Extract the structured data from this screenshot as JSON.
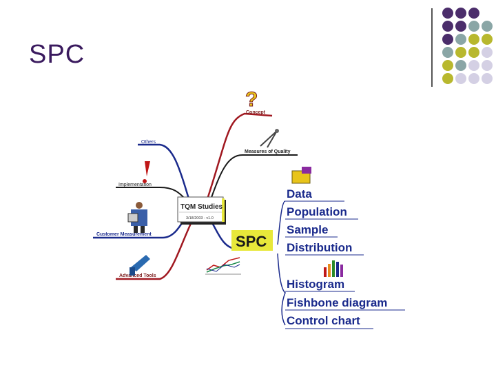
{
  "slide": {
    "title": "SPC"
  },
  "colors": {
    "purple": "#4b2d6b",
    "teal": "#8aa6a6",
    "olive": "#b8b82e",
    "lavender": "#d4d0e4",
    "red": "#a01820",
    "blue": "#1a2a8c"
  },
  "decor_dots": [
    [
      "purple",
      "purple",
      "purple"
    ],
    [
      "purple",
      "purple",
      "teal",
      "teal"
    ],
    [
      "purple",
      "teal",
      "olive",
      "olive"
    ],
    [
      "teal",
      "olive",
      "olive",
      "lavender"
    ],
    [
      "olive",
      "teal",
      "lavender",
      "lavender"
    ],
    [
      "olive",
      "lavender",
      "lavender",
      "lavender"
    ]
  ],
  "mindmap": {
    "center": {
      "title": "TQM Studies",
      "date": "3/18/2003 - v1.0"
    },
    "branches": {
      "concept": "Concept",
      "measures": "Measures of Quality",
      "others": "Others",
      "implementation": "Implementation",
      "customer": "Customer Measurement",
      "advanced": "Advanced Tools"
    },
    "spc": {
      "label": "SPC",
      "group1": [
        "Data",
        "Population",
        "Sample",
        "Distribution"
      ],
      "group2": [
        "Histogram",
        "Fishbone diagram",
        "Control chart"
      ]
    }
  }
}
